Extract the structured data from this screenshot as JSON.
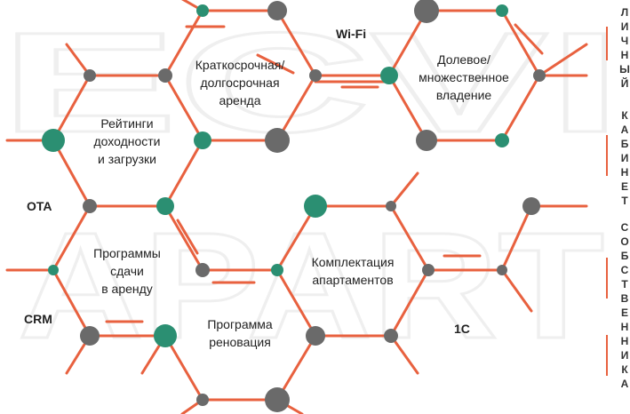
{
  "watermark": {
    "line1": "ECVI",
    "line2": "APART"
  },
  "colors": {
    "edge": "#e8613f",
    "node_gray": "#6a6a6a",
    "node_green": "#2b8f72",
    "watermark": "#efefef"
  },
  "cells": [
    {
      "id": "rent",
      "lines": [
        "Краткосрочная/",
        "долгосрочная",
        "аренда"
      ]
    },
    {
      "id": "ownership",
      "lines": [
        "Долевое/",
        "множественное",
        "владение"
      ]
    },
    {
      "id": "ratings",
      "lines": [
        "Рейтинги",
        "доходности",
        "и загрузки"
      ]
    },
    {
      "id": "programs",
      "lines": [
        "Программы",
        "сдачи",
        "в аренду"
      ]
    },
    {
      "id": "equipment",
      "lines": [
        "Комплектация",
        "апартаментов"
      ]
    },
    {
      "id": "renovation",
      "lines": [
        "Программа",
        "реновация"
      ]
    }
  ],
  "tags": {
    "wifi": "Wi-Fi",
    "ota": "OTA",
    "crm": "CRM",
    "c1": "1С"
  },
  "sidebar": {
    "group1": [
      "Л",
      "И",
      "Ч",
      "Н",
      "Ы",
      "Й"
    ],
    "group2": [
      "К",
      "А",
      "Б",
      "И",
      "Н",
      "Е",
      "Т"
    ],
    "group3": [
      "С",
      "О",
      "Б",
      "С",
      "Т",
      "В",
      "Е",
      "Н",
      "Н",
      "И",
      "К",
      "А"
    ]
  }
}
